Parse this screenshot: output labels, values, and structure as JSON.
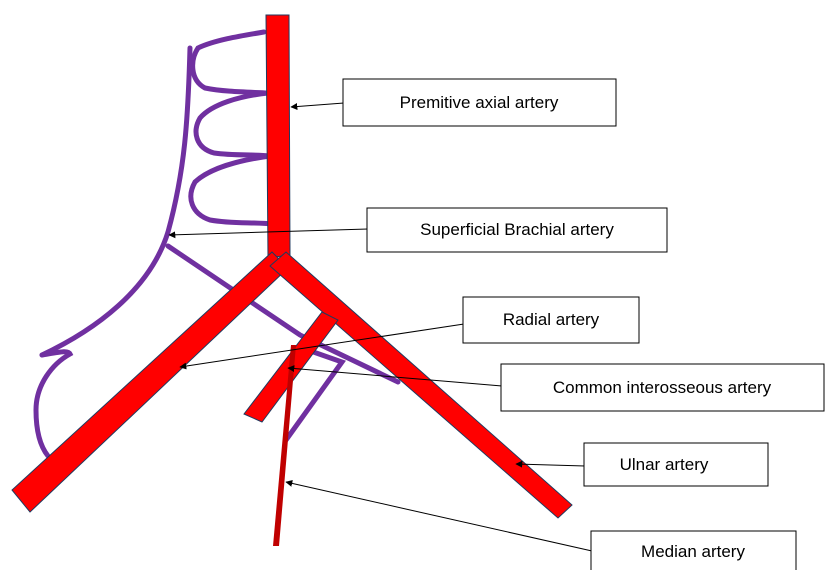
{
  "colors": {
    "artery_red": "#ff0000",
    "artery_outline": "#1f3a5f",
    "median_red": "#c00000",
    "superficial_purple": "#7030a0",
    "pointer": "#000000",
    "box_border": "#000000",
    "background": "#ffffff"
  },
  "labels": {
    "primitive_axial": "Premitive axial artery",
    "superficial_brachial": "Superficial Brachial artery",
    "radial": "Radial artery",
    "common_interosseous": "Common interosseous artery",
    "ulnar": "Ulnar artery",
    "median": "Median artery"
  }
}
